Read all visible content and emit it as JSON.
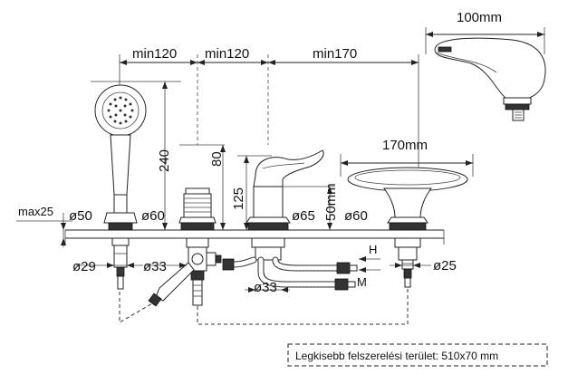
{
  "dimensions": {
    "top_100": "100mm",
    "min120_a": "min120",
    "min120_b": "min120",
    "min170": "min170",
    "h240": "240",
    "h80": "80",
    "h125": "125",
    "h50": "50mm",
    "w170": "170mm",
    "max25": "max25",
    "d50": "ø50",
    "d60_a": "ø60",
    "d65": "ø65",
    "d60_b": "ø60",
    "d29": "ø29",
    "d33_a": "ø33",
    "d33_b": "ø33",
    "d25": "ø25",
    "H": "H",
    "M": "M"
  },
  "footnote": "Legkisebb felszerelési terület: 510x70 mm"
}
